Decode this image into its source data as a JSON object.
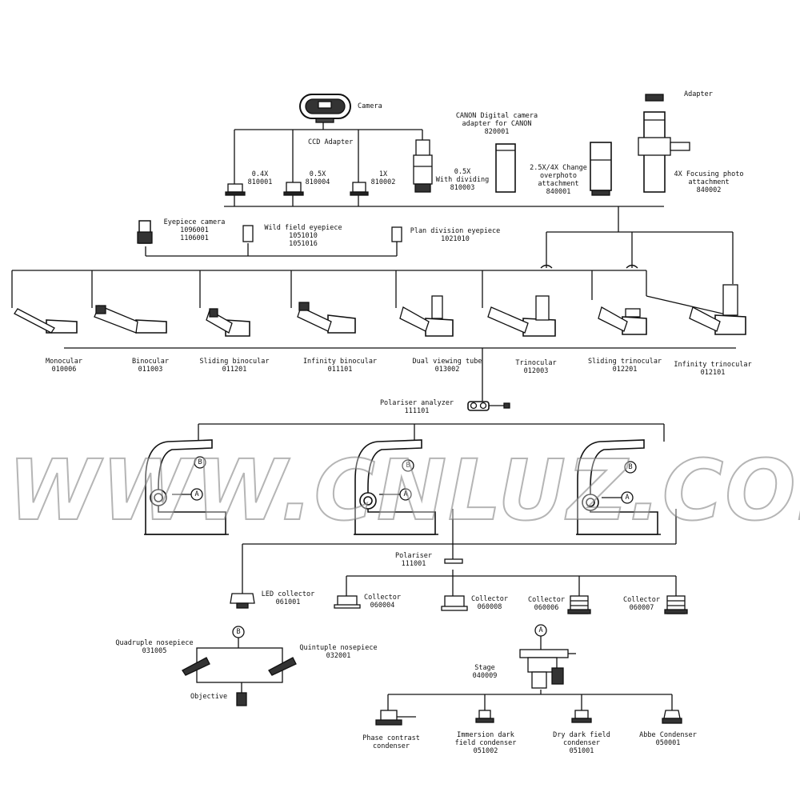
{
  "labels": {
    "camera": "Camera",
    "ccd_adapter": "CCD Adapter",
    "adapter": "Adapter",
    "a04x": [
      "0.4X",
      "810001"
    ],
    "a05x": [
      "0.5X",
      "810004"
    ],
    "a1x": [
      "1X",
      "810002"
    ],
    "a05x_div": [
      "0.5X",
      "With dividing",
      "810003"
    ],
    "canon": [
      "CANON Digital camera",
      "adapter for CANON",
      "820001"
    ],
    "change_25x": [
      "2.5X/4X Change",
      "overphoto",
      "attachment",
      "840001"
    ],
    "focusing_4x": [
      "4X Focusing photo",
      "attachment",
      "840002"
    ],
    "eyepiece_camera": [
      "Eyepiece camera",
      "1096001",
      "1106001"
    ],
    "wild_field": [
      "Wild field eyepiece",
      "1051010",
      "1051016"
    ],
    "plan_division": [
      "Plan division eyepiece",
      "1021010"
    ],
    "monocular": [
      "Monocular",
      "010006"
    ],
    "binocular": [
      "Binocular",
      "011003"
    ],
    "sliding_binocular": [
      "Sliding binocular",
      "011201"
    ],
    "infinity_binocular": [
      "Infinity binocular",
      "011101"
    ],
    "dual_viewing": [
      "Dual viewing tube",
      "013002"
    ],
    "trinocular": [
      "Trinocular",
      "012003"
    ],
    "sliding_trinocular": [
      "Sliding trinocular",
      "012201"
    ],
    "infinity_trinocular": [
      "Infinity trinocular",
      "012101"
    ],
    "polariser_analyzer": [
      "Polariser analyzer",
      "111101"
    ],
    "polariser": [
      "Polariser",
      "111001"
    ],
    "led_collector": [
      "LED collector",
      "061001"
    ],
    "collector1": [
      "Collector",
      "060004"
    ],
    "collector2": [
      "Collector",
      "060008"
    ],
    "collector3": [
      "Collector",
      "060006"
    ],
    "collector4": [
      "Collector",
      "060007"
    ],
    "quadruple": [
      "Quadruple nosepiece",
      "031005"
    ],
    "quintuple": [
      "Quintuple nosepiece",
      "032001"
    ],
    "objective": "Objective",
    "stage": [
      "Stage",
      "040009"
    ],
    "phase_contrast": [
      "Phase contrast",
      "condenser"
    ],
    "immersion_dark": [
      "Immersion dark",
      "field condenser",
      "051002"
    ],
    "dry_dark": [
      "Dry dark field",
      "condenser",
      "051001"
    ],
    "abbe": [
      "Abbe Condenser",
      "050001"
    ],
    "marker_a": "A",
    "marker_b": "B"
  },
  "watermark": "WWW.CNLUZ.COM"
}
